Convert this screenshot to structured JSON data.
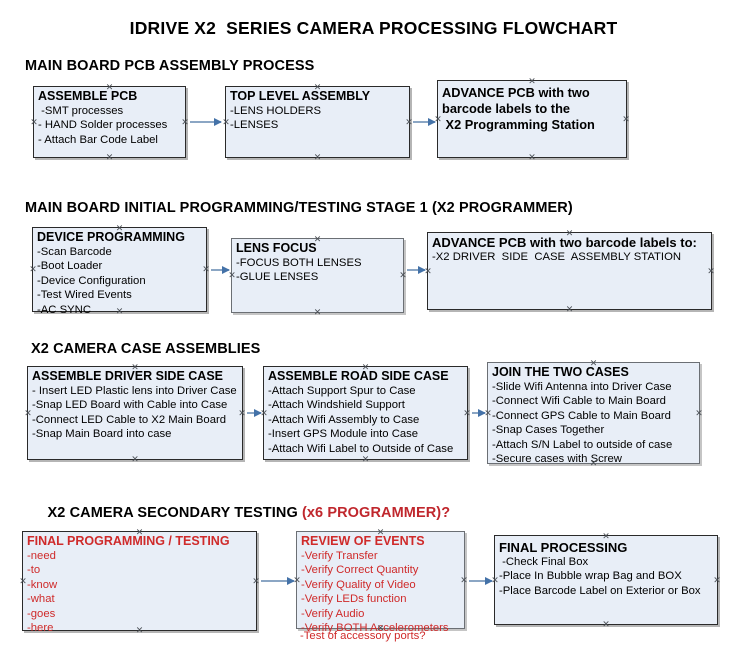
{
  "document": {
    "title": "IDRIVE X2  SERIES CAMERA PROCESSING FLOWCHART",
    "background_color": "#ffffff",
    "box_fill_color": "#e8eef7",
    "box_border_color": "#2a2a2a",
    "accent_red": "#cf2a2a",
    "connector_color": "#8ba6c4",
    "arrowhead_color": "#4472a8"
  },
  "sections": [
    {
      "id": "main-board-pcb-assembly",
      "heading": "MAIN BOARD PCB ASSEMBLY PROCESS",
      "heading_accent": "",
      "boxes": [
        {
          "id": "assemble-pcb",
          "title": "ASSEMBLE PCB",
          "lines": [
            " -SMT processes",
            "- HAND Solder processes",
            "- Attach Bar Code Label"
          ]
        },
        {
          "id": "top-level-assembly",
          "title": "TOP LEVEL ASSEMBLY",
          "lines": [
            "-LENS HOLDERS",
            "-LENSES"
          ]
        },
        {
          "id": "advance-pcb-programming-station",
          "title": "ADVANCE PCB with two\nbarcode labels to the\n X2 Programming Station",
          "lines": []
        }
      ]
    },
    {
      "id": "main-board-initial-programming",
      "heading": "MAIN BOARD INITIAL PROGRAMMING/TESTING STAGE 1 (X2 PROGRAMMER)",
      "heading_accent": "",
      "boxes": [
        {
          "id": "device-programming",
          "title": "DEVICE PROGRAMMING",
          "lines": [
            "-Scan Barcode",
            "-Boot Loader",
            "-Device Configuration",
            "-Test Wired Events",
            "-AC SYNC"
          ]
        },
        {
          "id": "lens-focus",
          "title": "LENS FOCUS",
          "lines": [
            "-FOCUS BOTH LENSES",
            "-GLUE LENSES"
          ]
        },
        {
          "id": "advance-pcb-driver-side-case",
          "title": "ADVANCE PCB with two barcode labels to:",
          "lines": [
            "-X2 DRIVER  SIDE  CASE  ASSEMBLY STATION"
          ]
        }
      ]
    },
    {
      "id": "x2-camera-case-assemblies",
      "heading": "X2 CAMERA CASE ASSEMBLIES",
      "heading_accent": "",
      "boxes": [
        {
          "id": "assemble-driver-side-case",
          "title": "ASSEMBLE DRIVER SIDE CASE",
          "lines": [
            "- Insert LED Plastic lens into Driver Case",
            "-Snap LED Board with Cable into Case",
            "-Connect LED Cable to X2 Main Board",
            "-Snap Main Board into case"
          ]
        },
        {
          "id": "assemble-road-side-case",
          "title": "ASSEMBLE ROAD SIDE CASE",
          "lines": [
            "-Attach Support Spur to Case",
            "-Attach Windshield Support",
            "-Attach Wifi Assembly to Case",
            "-Insert GPS Module into Case",
            "-Attach Wifi Label to Outside of Case"
          ]
        },
        {
          "id": "join-the-two-cases",
          "title": "JOIN THE TWO CASES",
          "lines": [
            "-Slide Wifi Antenna into Driver Case",
            "-Connect Wifi Cable to Main Board",
            "-Connect GPS Cable to Main Board",
            "-Snap Cases Together",
            "-Attach S/N Label to outside of case",
            "-Secure cases with Screw"
          ]
        }
      ]
    },
    {
      "id": "x2-camera-secondary-testing",
      "heading": "X2 CAMERA SECONDARY TESTING ",
      "heading_accent": "(x6 PROGRAMMER)?",
      "boxes": [
        {
          "id": "final-programming-testing",
          "title": "FINAL PROGRAMMING / TESTING",
          "lines": [
            "-need",
            "-to",
            "-know",
            "-what",
            "-goes",
            "-here"
          ]
        },
        {
          "id": "review-of-events",
          "title": "REVIEW OF EVENTS",
          "lines": [
            "-Verify Transfer",
            "-Verify Correct Quantity",
            "-Verify Quality of Video",
            "-Verify LEDs function",
            "-Verify Audio",
            "-Verify BOTH Accelerometers"
          ],
          "overflow_line": "-Test of accessory ports?"
        },
        {
          "id": "final-processing",
          "title": "FINAL PROCESSING",
          "lines": [
            " -Check Final Box",
            "-Place In Bubble wrap Bag and BOX",
            "-Place Barcode Label on Exterior or Box"
          ]
        }
      ]
    }
  ]
}
